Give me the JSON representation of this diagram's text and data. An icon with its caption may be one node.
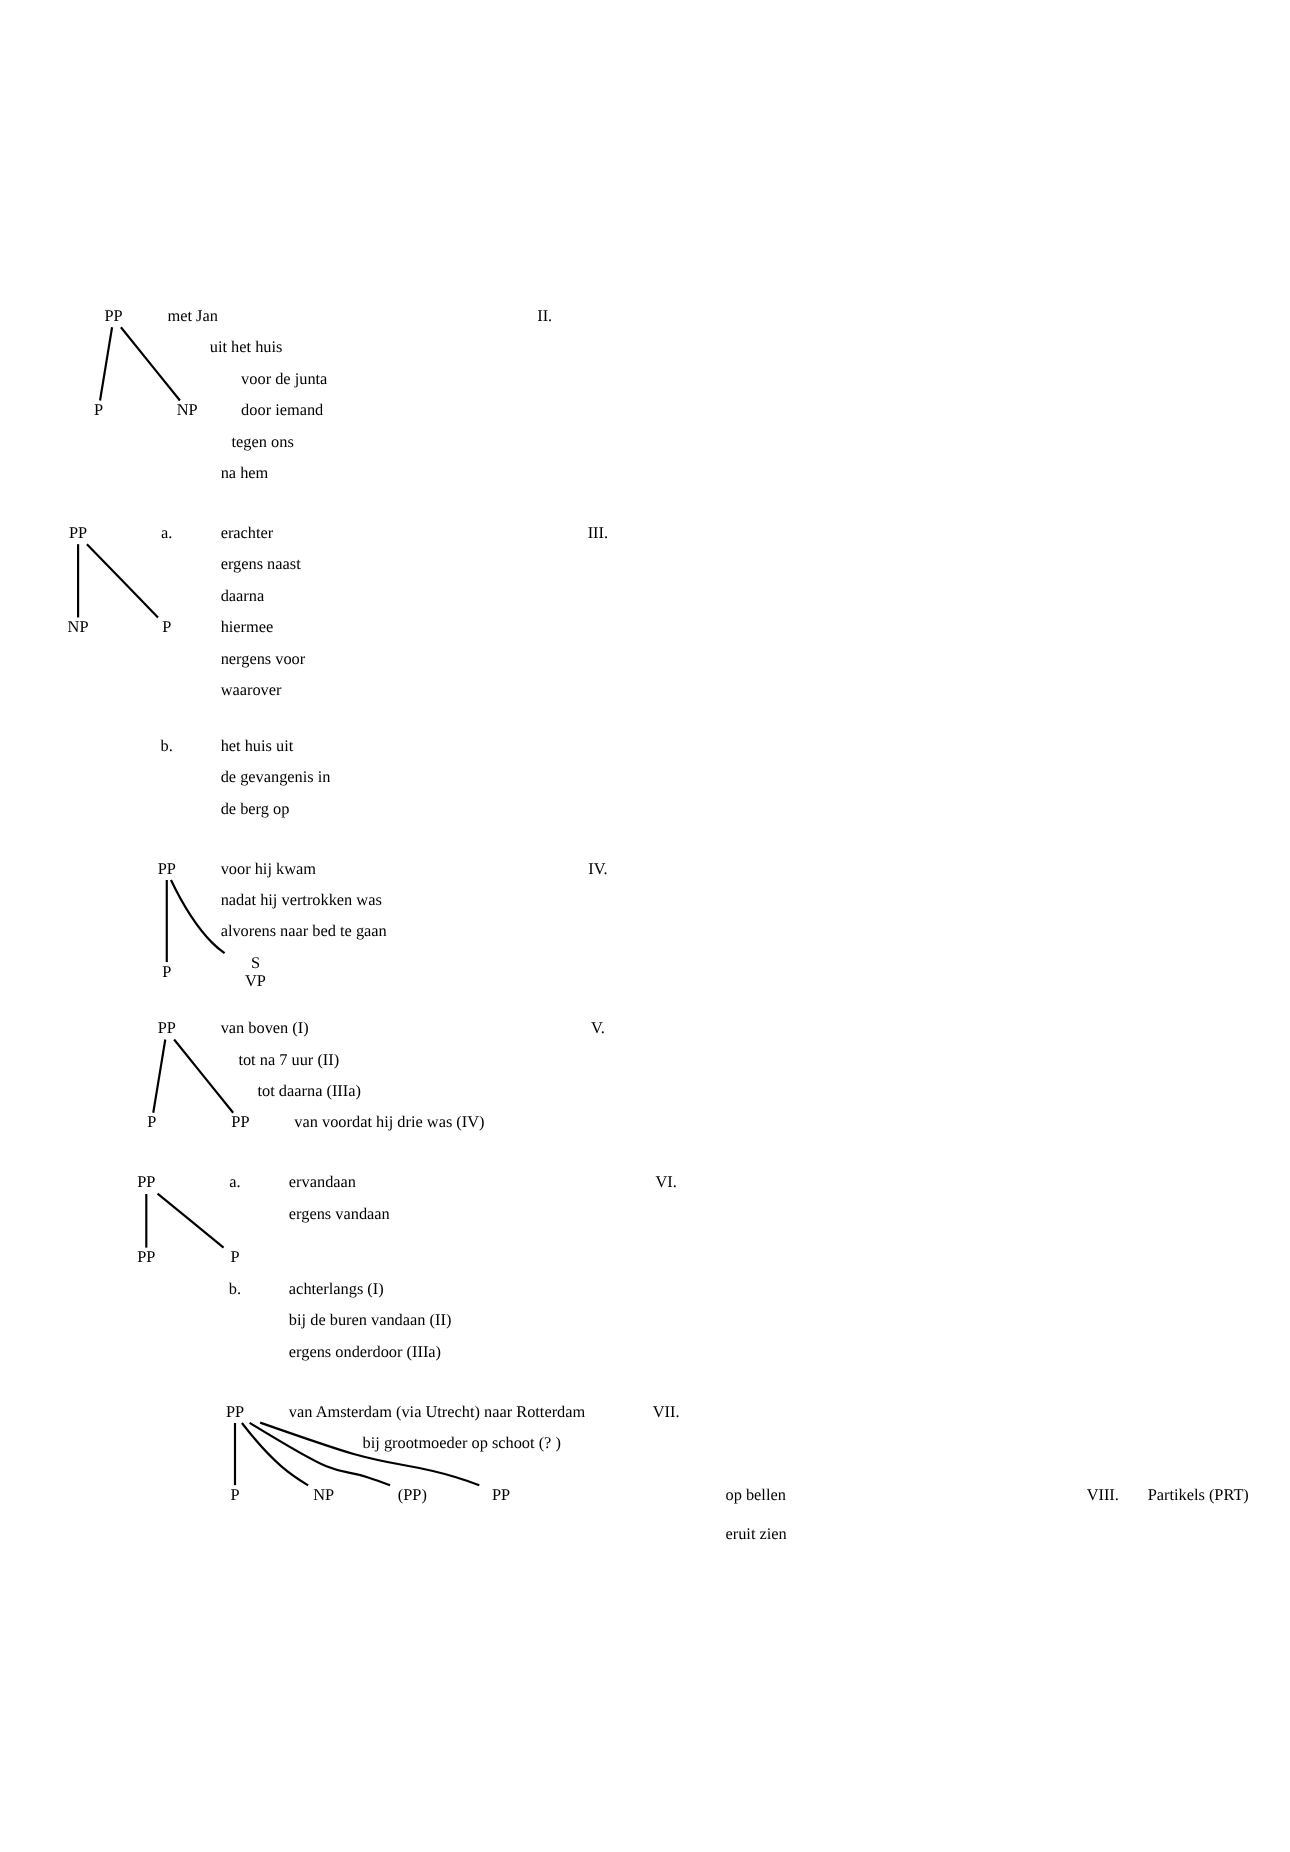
{
  "diagram": {
    "nodes": [
      {
        "text": [
          "PP"
        ]
      },
      {
        "text": [
          "P"
        ]
      },
      {
        "text": [
          "NP"
        ]
      },
      {
        "text": [
          "PP"
        ]
      },
      {
        "text": [
          "NP"
        ]
      },
      {
        "text": [
          "P"
        ]
      },
      {
        "text": [
          "PP"
        ]
      },
      {
        "text": [
          "P"
        ]
      },
      {
        "text": [
          "S",
          "VP"
        ]
      },
      {
        "text": [
          "PP"
        ]
      },
      {
        "text": [
          "P"
        ]
      },
      {
        "text": [
          "PP"
        ]
      },
      {
        "text": [
          "PP"
        ]
      },
      {
        "text": [
          "PP"
        ]
      },
      {
        "text": [
          "P"
        ]
      },
      {
        "text": [
          "PP"
        ]
      },
      {
        "text": [
          "P"
        ]
      },
      {
        "text": [
          "NP"
        ]
      },
      {
        "text": [
          "(PP)"
        ]
      },
      {
        "text": [
          "PP"
        ]
      }
    ],
    "edges": [
      {
        "from": 0,
        "to": 1,
        "arrow": "none"
      },
      {
        "from": 0,
        "to": 2,
        "arrow": "none"
      },
      {
        "from": 3,
        "to": 4,
        "arrow": "none"
      },
      {
        "from": 3,
        "to": 5,
        "arrow": "none"
      },
      {
        "from": 6,
        "to": 7,
        "arrow": "none"
      },
      {
        "from": 6,
        "to": 8,
        "arrow": "none"
      },
      {
        "from": 9,
        "to": 10,
        "arrow": "none"
      },
      {
        "from": 9,
        "to": 11,
        "arrow": "none"
      },
      {
        "from": 12,
        "to": 13,
        "arrow": "none"
      },
      {
        "from": 12,
        "to": 14,
        "arrow": "none"
      },
      {
        "from": 15,
        "to": 16,
        "arrow": "none"
      },
      {
        "from": 15,
        "to": 17,
        "arrow": "none"
      },
      {
        "from": 15,
        "to": 18,
        "arrow": "none"
      },
      {
        "from": 15,
        "to": 19,
        "arrow": "none"
      }
    ],
    "labels": [
      "II.",
      "met Jan",
      "uit het huis",
      "voor de junta",
      "door iemand",
      "tegen ons",
      "na hem",
      "III.",
      "a.",
      "erachter",
      "ergens naast",
      "daarna",
      "hiermee",
      "nergens voor",
      "waarover",
      "b.",
      "het huis uit",
      "de gevangenis in",
      "de berg op",
      "IV.",
      "voor hij kwam",
      "nadat hij vertrokken was",
      "alvorens naar bed te gaan",
      "V.",
      "van boven (I)",
      "tot na 7 uur (II)",
      "tot daarna (IIIa)",
      "van voordat hij drie was (IV)",
      "VI.",
      "a.",
      "ervandaan",
      "ergens vandaan",
      "b.",
      "achterlangs (I)",
      "bij de buren vandaan (II)",
      "ergens onderdoor (IIIa)",
      "VII.",
      "van Amsterdam (via Utrecht) naar Rotterdam",
      "bij grootmoeder op schoot (? )",
      "VIII.",
      "Partikels (PRT)",
      "op bellen",
      "eruit zien"
    ]
  }
}
